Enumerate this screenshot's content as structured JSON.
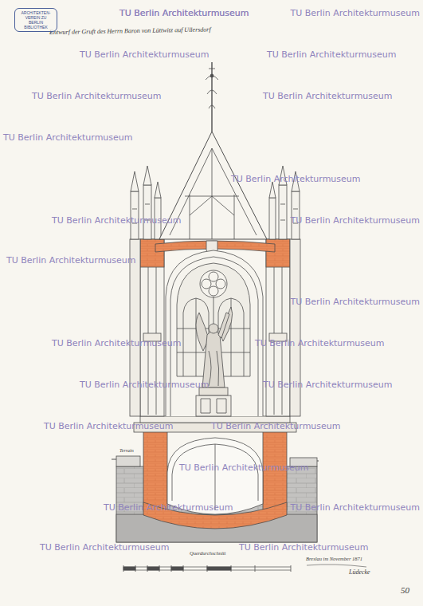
{
  "diagram": {
    "title": "Entwurf der Gruft des Herrn Baron von Lüttwitz auf Ullersdorf",
    "nodes": [
      {
        "text": [
          "ARCHITEKTEN-VEREIN ZU BERLIN BIBLIOTHEK"
        ]
      }
    ],
    "labels": [
      "Terrain",
      "Querdurchschnitt",
      "Breslau im November 1871",
      "Lüdecke",
      "50",
      "TU Berlin Architekturmuseum",
      "TU Berlin Architekturmuseum",
      "TU Berlin Architekturmuseum",
      "TU Berlin Architekturmuseum",
      "TU Berlin Architekturmuseum",
      "TU Berlin Architekturmuseum",
      "TU Berlin Architekturmuseum",
      "TU Berlin Architekturmuseum",
      "TU Berlin Architekturmuseum",
      "TU Berlin Architekturmuseum",
      "TU Berlin Architekturmuseum",
      "TU Berlin Architekturmuseum",
      "TU Berlin Architekturmuseum",
      "TU Berlin Architekturmuseum",
      "TU Berlin Architekturmuseum",
      "TU Berlin Architekturmuseum",
      "TU Berlin Architekturmuseum",
      "TU Berlin Architekturmuseum",
      "TU Berlin Architekturmuseum",
      "TU Berlin Architekturmuseum",
      "TU Berlin Architekturmuseum",
      "TU Berlin Architekturmuseum",
      "TU Berlin Architekturmuseum",
      "TU Berlin Architekturmuseum"
    ]
  }
}
